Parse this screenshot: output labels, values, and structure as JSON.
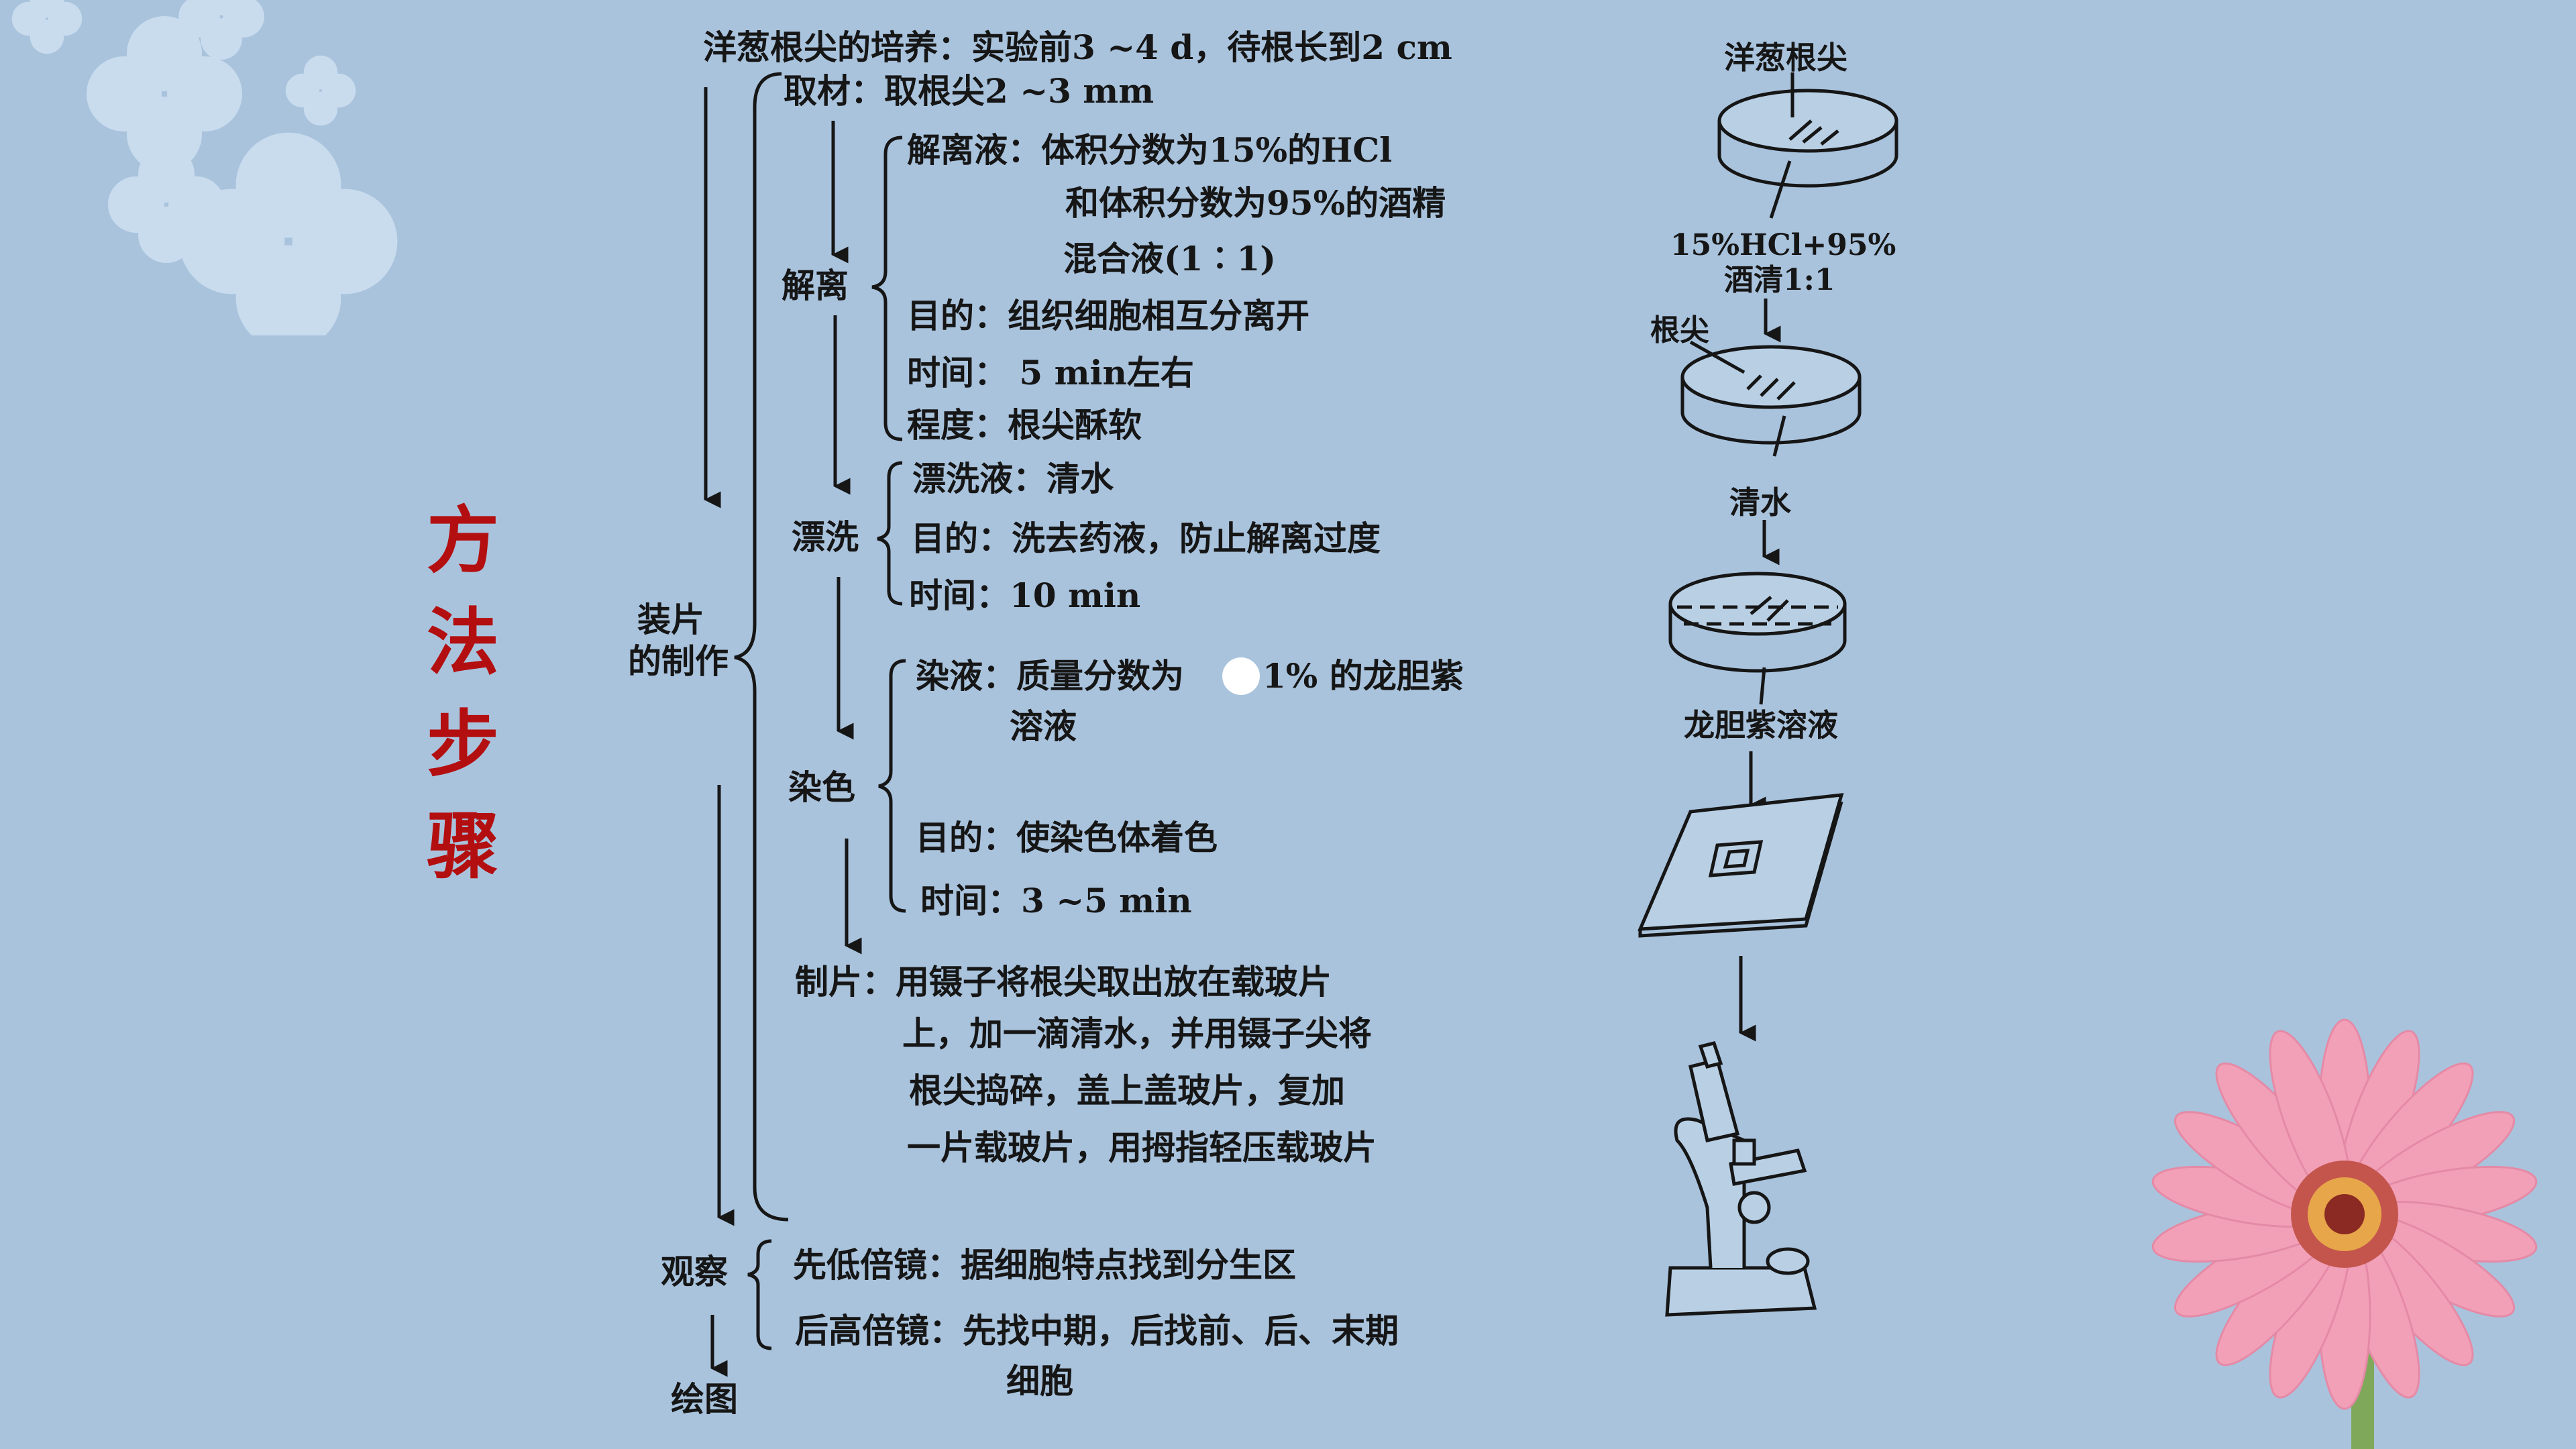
{
  "title": [
    "方",
    "法",
    "步",
    "骤"
  ],
  "root": {
    "culture": "洋葱根尖的培养：实验前3 ~4 d，待根长到2 cm",
    "mounting": [
      "装片",
      "的制作"
    ],
    "observe": "观察",
    "draw": "绘图"
  },
  "steps": {
    "sampling": "取材：取根尖2 ~3 mm",
    "dissociation": {
      "label": "解离",
      "lines": [
        "解离液：体积分数为15%的HCl",
        "和体积分数为95%的酒精",
        "混合液(1∶1)",
        "目的：组织细胞相互分离开",
        "时间： 5 min左右",
        "程度：根尖酥软"
      ]
    },
    "rinsing": {
      "label": "漂洗",
      "lines": [
        "漂洗液：清水",
        "目的：洗去药液，防止解离过度",
        "时间：10 min"
      ]
    },
    "staining": {
      "label": "染色",
      "lines": [
        "染液：质量分数为",
        "1% 的龙胆紫",
        "溶液",
        "目的：使染色体着色",
        "时间：3 ~5 min"
      ]
    },
    "mounting_lines": [
      "制片：用镊子将根尖取出放在载玻片",
      "上，加一滴清水，并用镊子尖将",
      "根尖捣碎，盖上盖玻片，复加",
      "一片载玻片，用拇指轻压载玻片"
    ],
    "observation_lines": [
      "先低倍镜：据细胞特点找到分生区",
      "后高倍镜：先找中期，后找前、后、末期",
      "细胞"
    ]
  },
  "illustration": {
    "onion_root_tip": "洋葱根尖",
    "dissociation_solution": [
      "15%HCl+95%",
      "酒清1:1"
    ],
    "root_tip": "根尖",
    "water": "清水",
    "gentian_violet": "龙胆紫溶液"
  },
  "colors": {
    "background": "#a9c3dd",
    "title": "#b30f10",
    "text": "#161616"
  }
}
